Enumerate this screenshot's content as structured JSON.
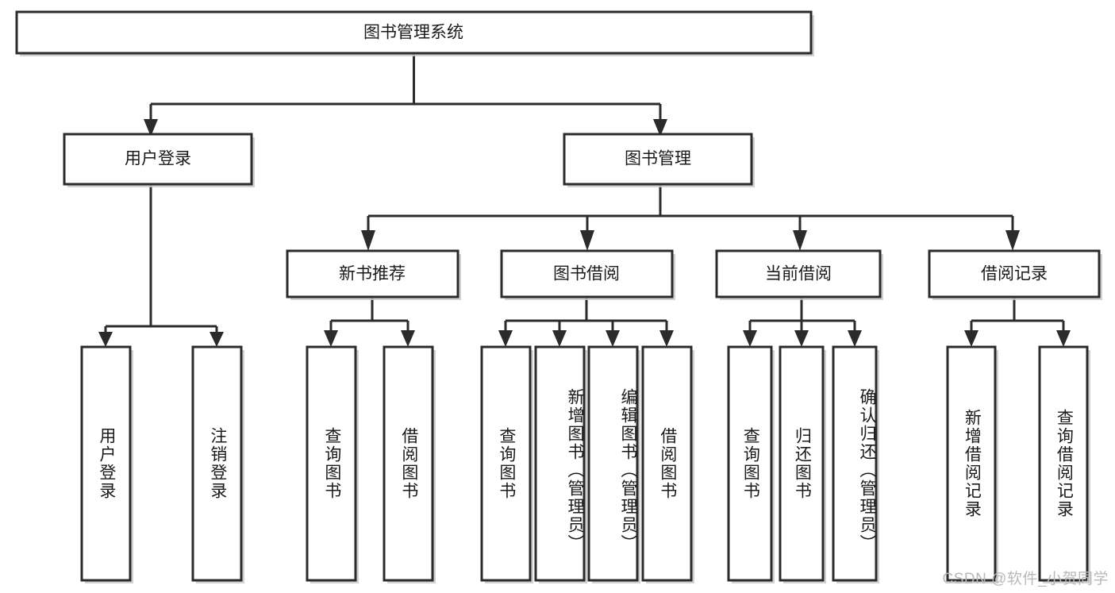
{
  "diagram": {
    "title": "图书管理系统",
    "type": "tree",
    "orientation": "top-down",
    "root": {
      "id": "root",
      "label": "图书管理系统",
      "level": 1
    },
    "level2": [
      {
        "id": "user-login",
        "label": "用户登录",
        "level": 2
      },
      {
        "id": "book-manage",
        "label": "图书管理",
        "level": 2
      }
    ],
    "level3": [
      {
        "id": "new-book-recommend",
        "label": "新书推荐",
        "level": 3,
        "parent": "book-manage"
      },
      {
        "id": "book-borrow",
        "label": "图书借阅",
        "level": 3,
        "parent": "book-manage"
      },
      {
        "id": "current-borrow",
        "label": "当前借阅",
        "level": 3,
        "parent": "book-manage"
      },
      {
        "id": "borrow-record",
        "label": "借阅记录",
        "level": 3,
        "parent": "book-manage"
      }
    ],
    "leaves": [
      {
        "id": "leaf-user-login",
        "label": "用户登录",
        "parent": "user-login"
      },
      {
        "id": "leaf-user-logout",
        "label": "注销登录",
        "parent": "user-login"
      },
      {
        "id": "leaf-query-book-1",
        "label": "查询图书",
        "parent": "new-book-recommend"
      },
      {
        "id": "leaf-borrow-book-1",
        "label": "借阅图书",
        "parent": "new-book-recommend"
      },
      {
        "id": "leaf-query-book-2",
        "label": "查询图书",
        "parent": "book-borrow"
      },
      {
        "id": "leaf-add-book",
        "label": "新增图书（管理员）",
        "parent": "book-borrow"
      },
      {
        "id": "leaf-edit-book",
        "label": "编辑图书（管理员）",
        "parent": "book-borrow"
      },
      {
        "id": "leaf-borrow-book-2",
        "label": "借阅图书",
        "parent": "book-borrow"
      },
      {
        "id": "leaf-query-book-3",
        "label": "查询图书",
        "parent": "current-borrow"
      },
      {
        "id": "leaf-return-book",
        "label": "归还图书",
        "parent": "current-borrow"
      },
      {
        "id": "leaf-confirm-return",
        "label": "确认归还（管理员）",
        "parent": "current-borrow"
      },
      {
        "id": "leaf-add-record",
        "label": "新增借阅记录",
        "parent": "borrow-record"
      },
      {
        "id": "leaf-query-record",
        "label": "查询借阅记录",
        "parent": "borrow-record"
      }
    ]
  },
  "watermark": {
    "text": "CSDN @软件_小贺同学"
  },
  "colors": {
    "background": "#ffffff",
    "box_stroke": "#2b2b2b",
    "box_fill": "#ffffff",
    "text": "#1a1a1a",
    "edge": "#2b2b2b",
    "watermark": "#b9b9b9"
  }
}
